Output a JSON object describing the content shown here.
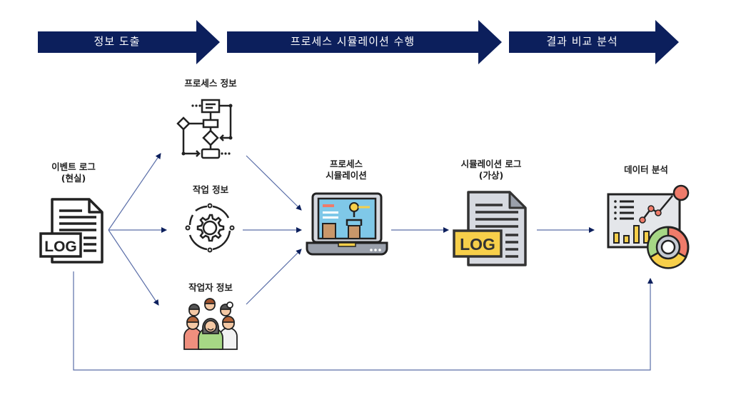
{
  "colors": {
    "stage_arrow": "#0c1f5c",
    "connector": "#5a6ea8",
    "connector_head": "#0c1f5c",
    "icon_outline": "#222222",
    "log_yellow": "#f7cf4a",
    "screen_blue": "#7fc8e8",
    "box_brown": "#c9976a",
    "accent_red": "#ef7b6a",
    "accent_green": "#a6d785",
    "doc_gray": "#d6d9e0"
  },
  "stages": [
    {
      "label": "정보 도출"
    },
    {
      "label": "프로세스 시뮬레이션 수행"
    },
    {
      "label": "결과 비교 분석"
    }
  ],
  "nodes": {
    "event_log": {
      "line1": "이벤트 로그",
      "line2": "(현실)",
      "icon": "log-document-icon",
      "badge": "LOG"
    },
    "process_info": {
      "line1": "프로세스 정보",
      "icon": "flowchart-icon"
    },
    "task_info": {
      "line1": "작업 정보",
      "icon": "gear-cycle-icon"
    },
    "worker_info": {
      "line1": "작업자 정보",
      "icon": "people-group-icon"
    },
    "simulation": {
      "line1": "프로세스",
      "line2": "시뮬레이션",
      "icon": "laptop-simulation-icon"
    },
    "sim_log": {
      "line1": "시뮬레이션 로그",
      "line2": "(가상)",
      "icon": "log-document-color-icon",
      "badge": "LOG"
    },
    "analysis": {
      "line1": "데이터 분석",
      "icon": "data-analysis-dashboard-icon"
    }
  },
  "edges": [
    {
      "from": "event_log",
      "to": "process_info"
    },
    {
      "from": "event_log",
      "to": "task_info"
    },
    {
      "from": "event_log",
      "to": "worker_info"
    },
    {
      "from": "process_info",
      "to": "simulation"
    },
    {
      "from": "task_info",
      "to": "simulation"
    },
    {
      "from": "worker_info",
      "to": "simulation"
    },
    {
      "from": "simulation",
      "to": "sim_log"
    },
    {
      "from": "sim_log",
      "to": "analysis"
    },
    {
      "from": "event_log",
      "to": "analysis",
      "route": "bottom-feedback"
    }
  ]
}
